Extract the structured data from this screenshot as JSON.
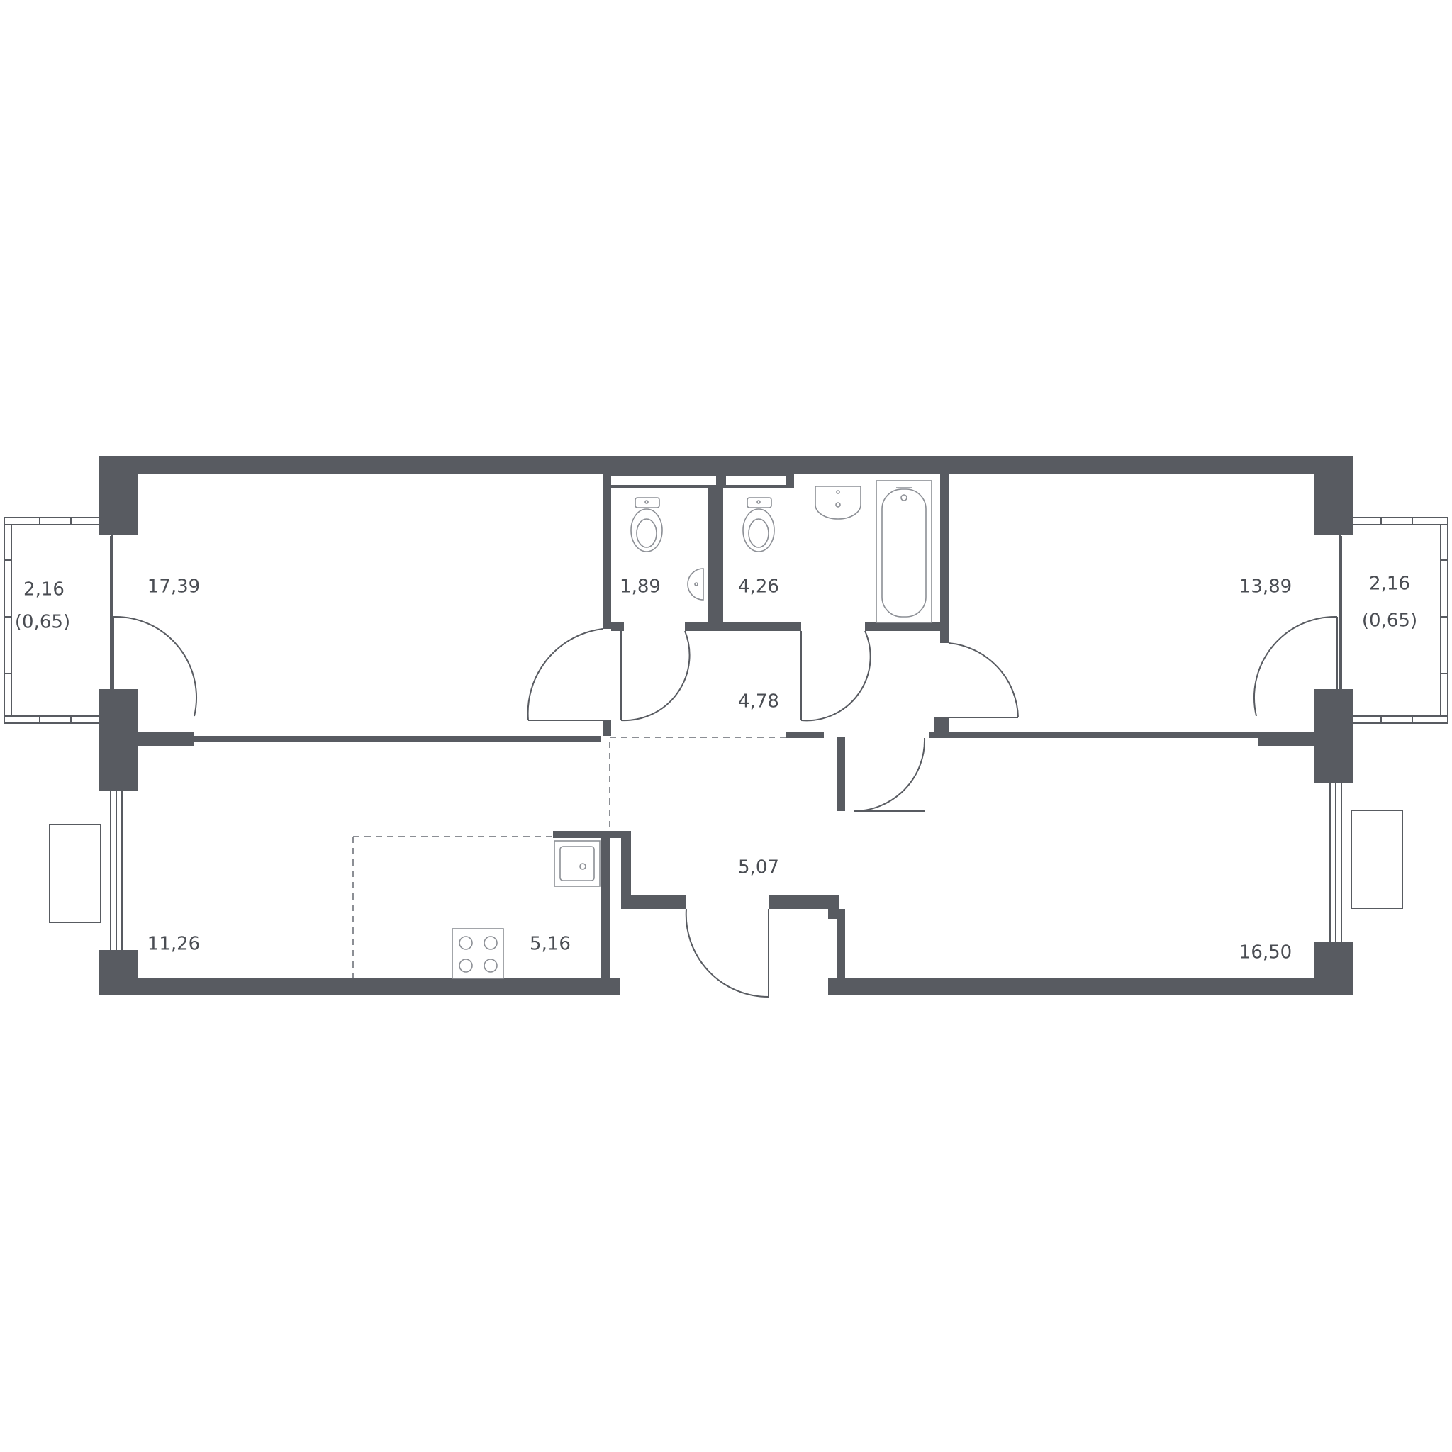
{
  "rooms": {
    "living_room_top_left": "17,39",
    "bathroom_small": "1,89",
    "bathroom_main": "4,26",
    "bedroom_top_right": "13,89",
    "hallway_upper": "4,78",
    "room_bottom_left": "11,26",
    "kitchen": "5,16",
    "hallway_entrance": "5,07",
    "bedroom_bottom_right": "16,50"
  },
  "balconies": {
    "left": {
      "area": "2,16",
      "reduced": "(0,65)"
    },
    "right": {
      "area": "2,16",
      "reduced": "(0,65)"
    }
  },
  "colors": {
    "wall": "#585b61",
    "fixture": "#8c8f95",
    "label": "#4a4d53",
    "background": "#ffffff"
  }
}
